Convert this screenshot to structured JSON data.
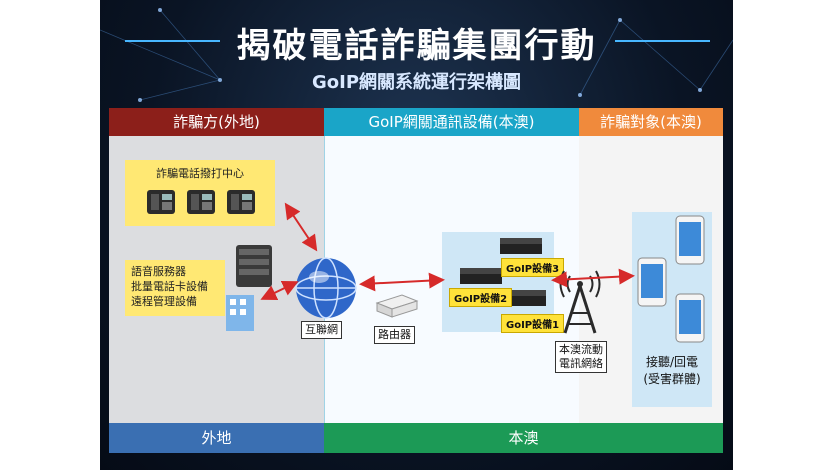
{
  "title": "揭破電話詐騙集團行動",
  "subtitle": "GoIP網關系統運行架構圖",
  "columns": {
    "left": {
      "header": "詐騙方(外地)",
      "footer": "外地",
      "color": "#8c1f1a",
      "footer_color": "#3a6fb2"
    },
    "middle": {
      "header": "GoIP網關通訊設備(本澳)",
      "footer": "本澳",
      "color": "#1aa5c8",
      "footer_color": "#1c9a56"
    },
    "right": {
      "header": "詐騙對象(本澳)",
      "color": "#f08a3c"
    }
  },
  "call_center": {
    "label": "詐騙電話撥打中心",
    "bg": "#ffe873"
  },
  "servers": {
    "lines": [
      "語音服務器",
      "批量電話卡設備",
      "遠程管理設備"
    ],
    "bg": "#ffe873"
  },
  "internet_label": "互聯網",
  "router_label": "路由器",
  "goip_devices": [
    "GoIP設備1",
    "GoIP設備2",
    "GoIP設備3"
  ],
  "mobile_network": [
    "本澳流動",
    "電訊網絡"
  ],
  "victims": [
    "接聽/回電",
    "(受害群體)"
  ],
  "icons": [
    "phone-icon",
    "server-icon",
    "globe-icon",
    "router-icon",
    "goip-device-icon",
    "tower-icon",
    "smartphone-icon"
  ]
}
